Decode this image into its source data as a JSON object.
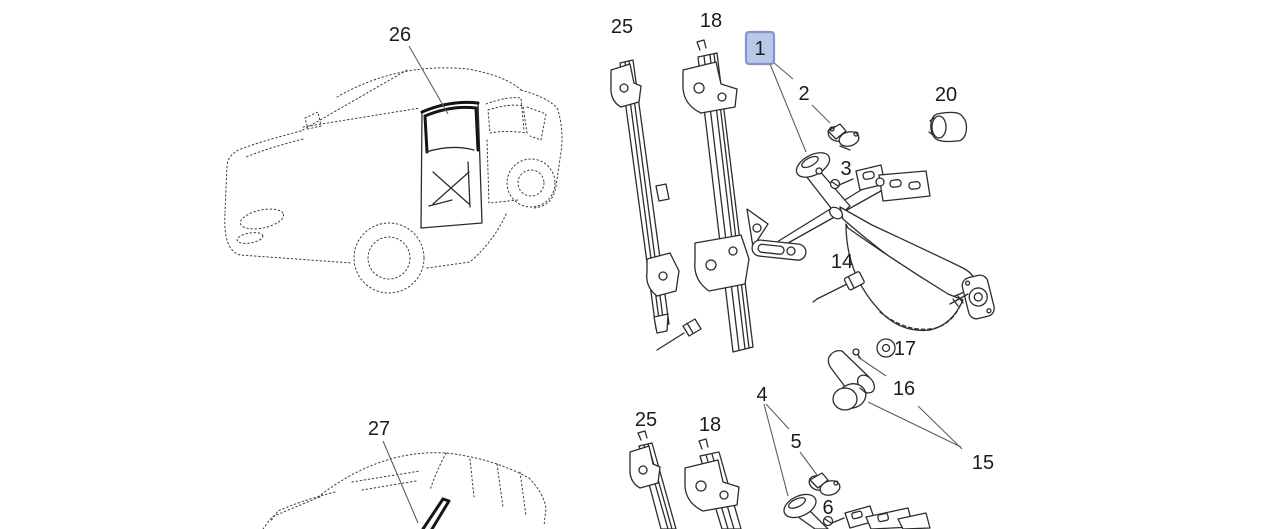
{
  "diagram": {
    "background": "#ffffff",
    "line_color": "#2d2d2d",
    "selected_callout": "1",
    "highlight": {
      "fill": "#b9c8e6",
      "border": "#8490d2",
      "text_color": "#16233f"
    },
    "callouts": {
      "top_car": "26",
      "bottom_car": "27",
      "rail_outer_top": "25",
      "rail_inner_top": "18",
      "regulator_selected": "1",
      "clip_upper": "2",
      "screw_upper": "3",
      "grommet": "20",
      "bolt": "14",
      "washer": "17",
      "crank_handle": "16",
      "crank_screw": "15",
      "rear_regulator": "4",
      "clip_lower": "5",
      "screw_lower": "6",
      "rail_outer_bottom": "25",
      "rail_inner_bottom": "18"
    }
  }
}
